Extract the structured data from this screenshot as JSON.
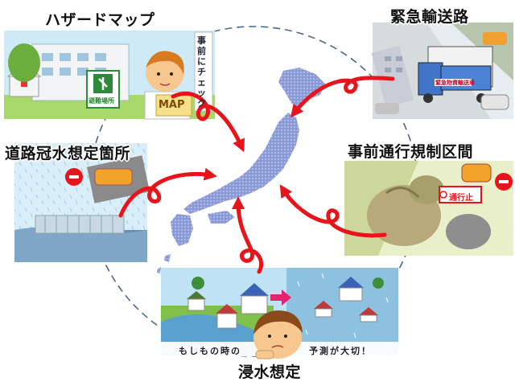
{
  "labels": {
    "hazard_map": "ハザードマップ",
    "emergency_route": "緊急輸送路",
    "road_flooding": "道路冠水想定箇所",
    "pre_traffic_control": "事前通行規制区間",
    "flood_assumption": "浸水想定"
  },
  "hazard_panel": {
    "vertical_banner": "事前にチェック",
    "map_sign": "MAP",
    "evacuation_sign": "避難場所"
  },
  "route_panel": {
    "truck_banner": "緊急物資輸送車"
  },
  "traffic_panel": {
    "no_entry_sign": "通行止"
  },
  "flood_panel": {
    "caption_left": "もしもの時の",
    "caption_right": "予測が大切！"
  },
  "colors": {
    "arrow": "#e8141c",
    "japan": "#8a9ad6",
    "dashed_circle": "#4a6a8a",
    "sky": "#bfe3f5",
    "grass": "#9ccc4a"
  }
}
